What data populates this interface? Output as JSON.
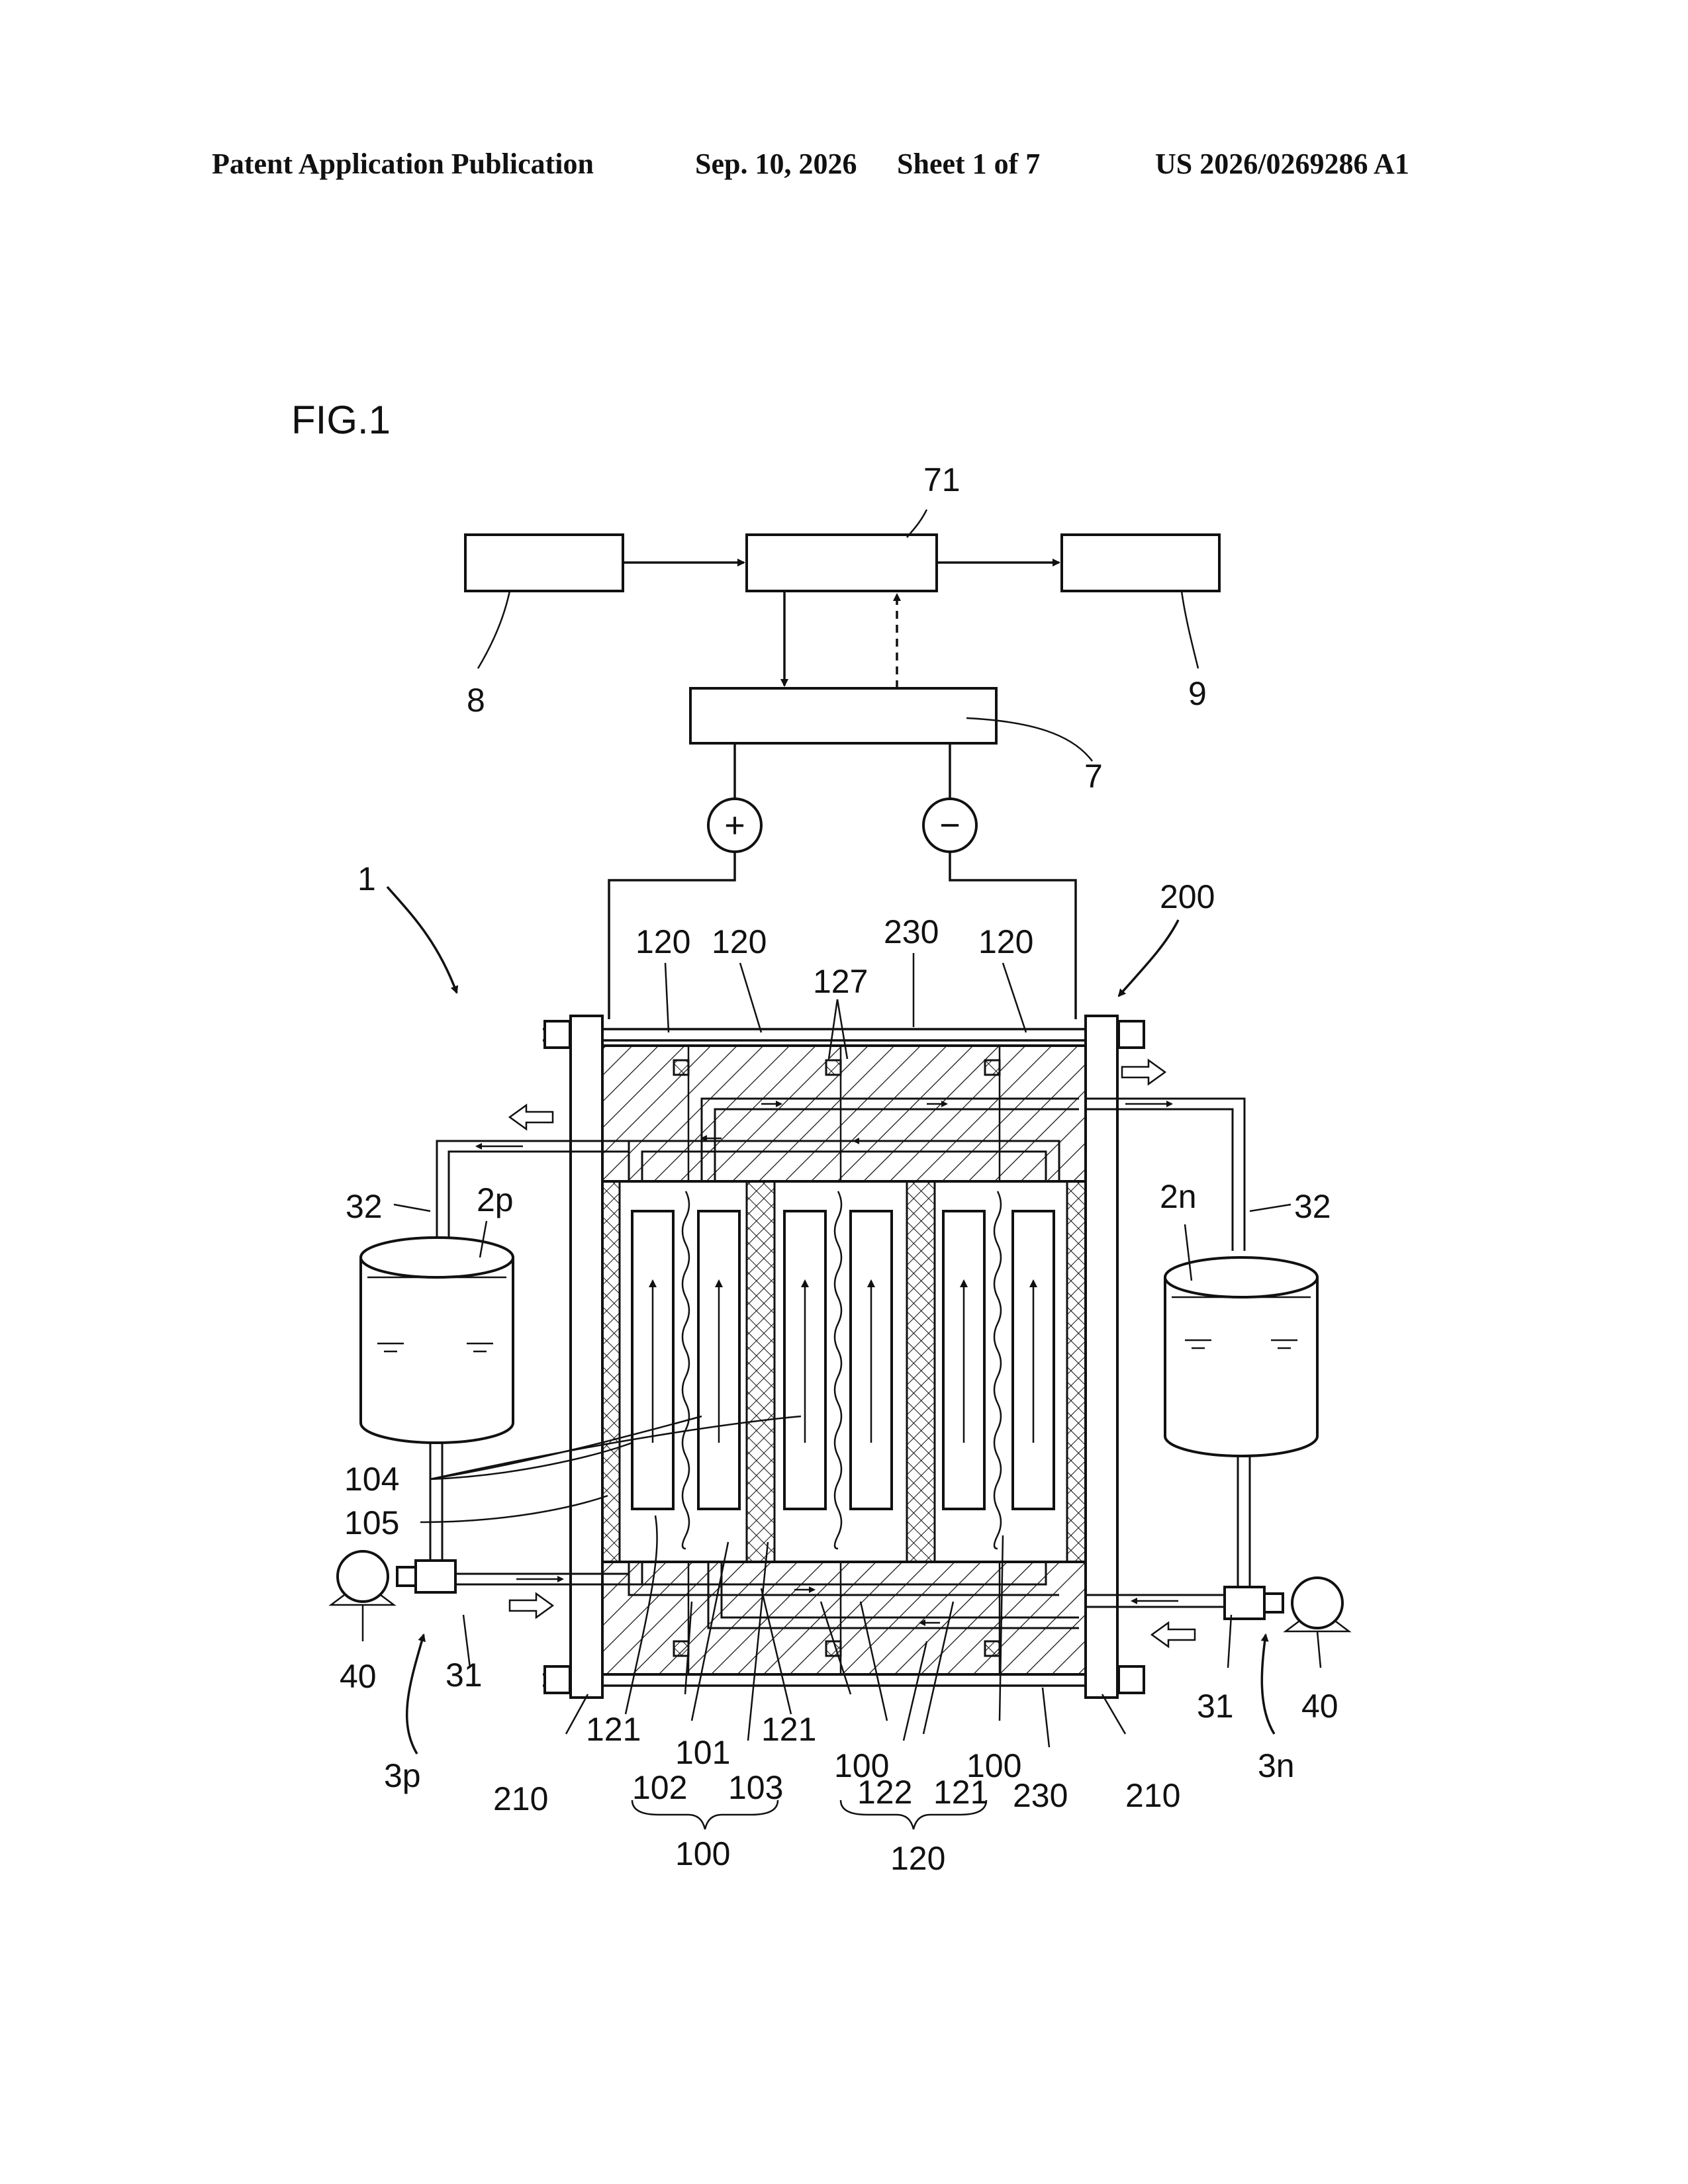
{
  "header": {
    "left": "Patent Application Publication",
    "date": "Sep. 10, 2026",
    "sheet": "Sheet 1 of 7",
    "number": "US 2026/0269286 A1"
  },
  "figure": {
    "title": "FIG.1",
    "labels": {
      "l71": "71",
      "l8": "8",
      "l9": "9",
      "l7": "7",
      "l1": "1",
      "l200": "200",
      "l120a": "120",
      "l120b": "120",
      "l230top": "230",
      "l120c": "120",
      "l127": "127",
      "l32left": "32",
      "l32right": "32",
      "l2p": "2p",
      "l2n": "2n",
      "l104": "104",
      "l105": "105",
      "l40left": "40",
      "l40right": "40",
      "l31left": "31",
      "l31right": "31",
      "l3p": "3p",
      "l3n": "3n",
      "l210left": "210",
      "l210right": "210",
      "l121a": "121",
      "l101": "101",
      "l121b": "121",
      "l102": "102",
      "l103": "103",
      "l100a": "100",
      "l100b": "100",
      "l122": "122",
      "l121c": "121",
      "l230bottom": "230",
      "l100group": "100",
      "l120group": "120"
    },
    "polarity": {
      "plus": "+",
      "minus": "−"
    }
  }
}
